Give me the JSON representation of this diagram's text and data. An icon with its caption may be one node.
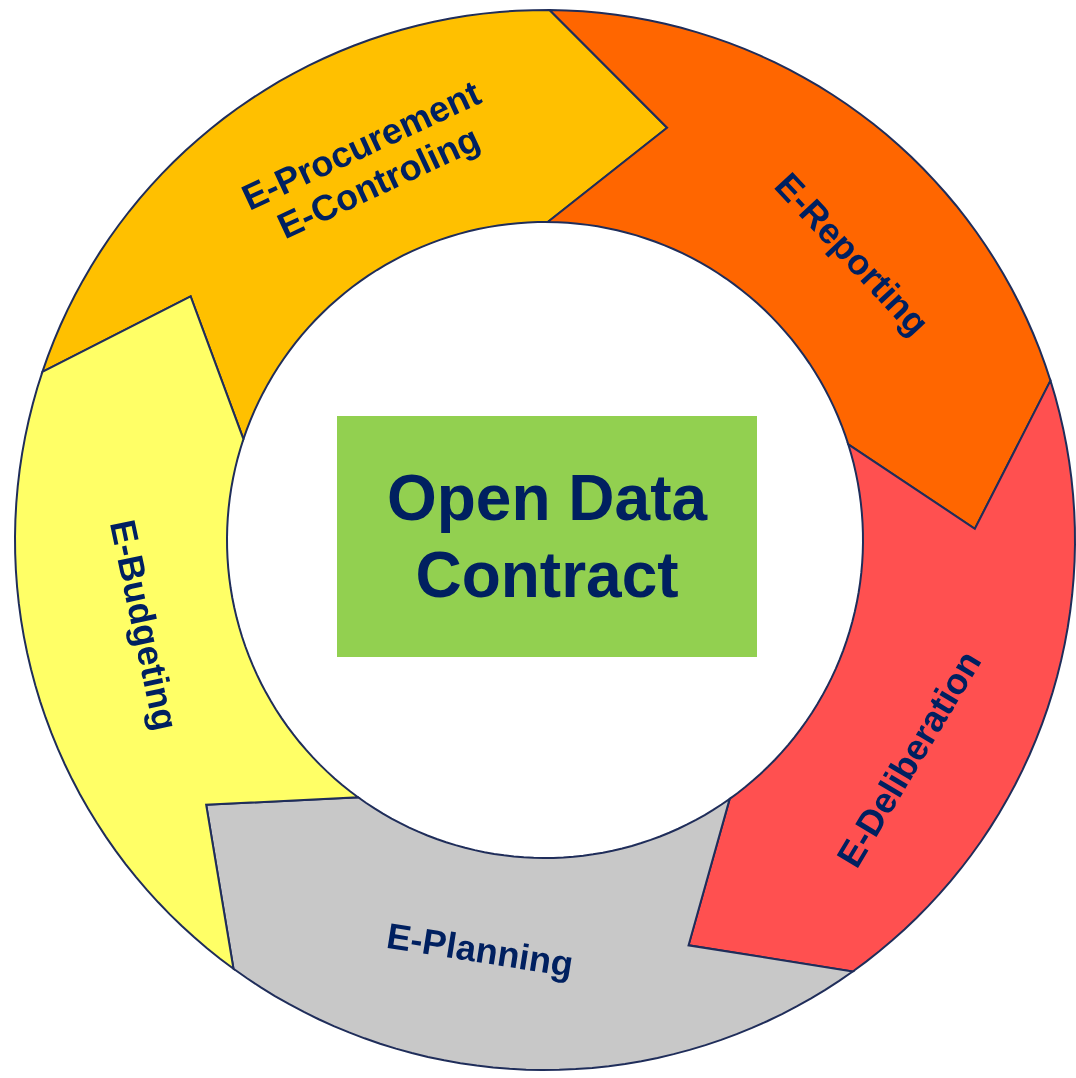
{
  "diagram": {
    "nodes": [
      {
        "text": [
          "Open Data Contract"
        ]
      },
      {
        "text": [
          "E-Procurement",
          "E-Controling"
        ]
      },
      {
        "text": [
          "E-Reporting"
        ]
      },
      {
        "text": [
          "E-Deliberation"
        ]
      },
      {
        "text": [
          "E-Planning"
        ]
      },
      {
        "text": [
          "E-Budgeting"
        ]
      }
    ]
  }
}
